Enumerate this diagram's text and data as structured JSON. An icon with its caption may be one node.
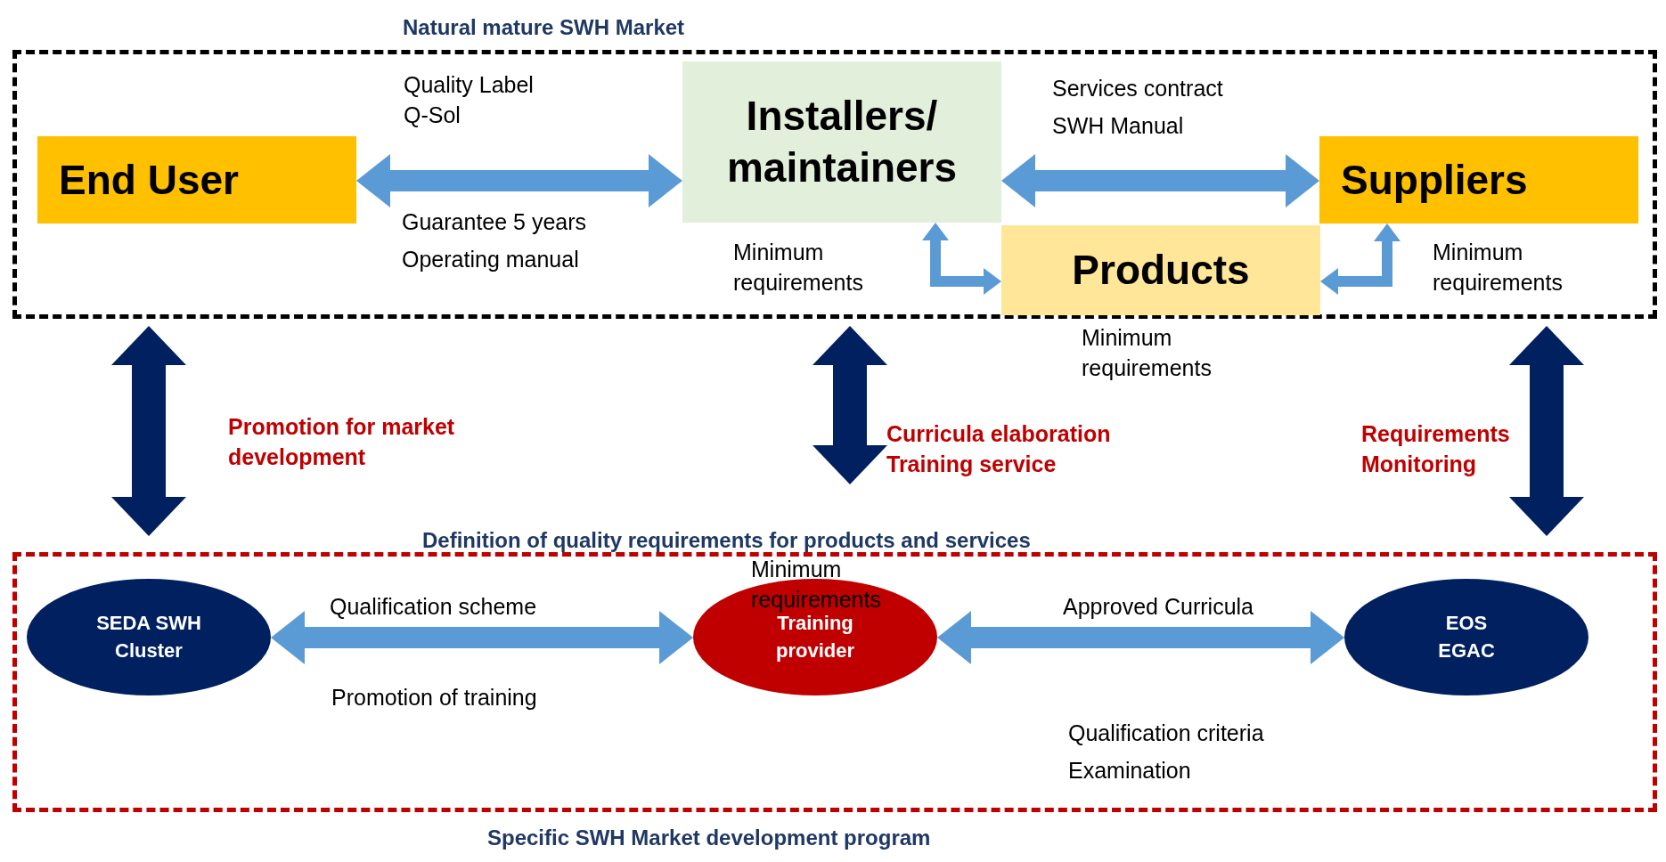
{
  "diagram": {
    "nodes": [
      {
        "text": [
          "Natural mature SWH Market"
        ]
      },
      {
        "text": [
          "End User"
        ],
        "in": 0
      },
      {
        "text": [
          "Installers/ maintainers"
        ],
        "in": 0
      },
      {
        "text": [
          "Suppliers"
        ],
        "in": 0,
        "beside": [
          "Minimum requirements"
        ]
      },
      {
        "text": [
          "Products"
        ],
        "in": 0,
        "beside": [
          "Minimum requirements"
        ]
      },
      {
        "text": [
          "Definition of quality requirements for products and services",
          "Specific SWH Market development program"
        ]
      },
      {
        "text": [
          "SEDA SWH Cluster"
        ],
        "in": 5
      },
      {
        "text": [
          "Training provider"
        ],
        "in": 5
      },
      {
        "text": [
          "EOS EGAC"
        ],
        "in": 5
      }
    ],
    "edges": [
      {
        "from": 1,
        "to": 2,
        "arrow": "both"
      },
      {
        "from": 2,
        "to": 3,
        "arrow": "both"
      },
      {
        "from": 2,
        "to": 4,
        "arrow": "both"
      },
      {
        "from": 3,
        "to": 4,
        "arrow": "both"
      },
      {
        "from": 0,
        "to": 5,
        "arrow": "both",
        "label": "Promotion for market development",
        "color": "#002060"
      },
      {
        "from": 0,
        "to": 5,
        "arrow": "both",
        "label": "Curricula elaboration Training service",
        "color": "#002060"
      },
      {
        "from": 0,
        "to": 5,
        "arrow": "both",
        "label": "Requirements Monitoring",
        "color": "#002060"
      },
      {
        "from": 6,
        "to": 7,
        "arrow": "both"
      },
      {
        "from": 7,
        "to": 8,
        "arrow": "both"
      }
    ],
    "labels": [
      "Quality Label",
      "Q-Sol",
      "Services contract",
      "SWH Manual",
      "Guarantee 5 years",
      "Operating manual",
      "Minimum requirements",
      "Minimum requirements",
      "Qualification scheme",
      "Approved Curricula",
      "Promotion of training",
      "Qualification criteria",
      "Examination"
    ]
  }
}
